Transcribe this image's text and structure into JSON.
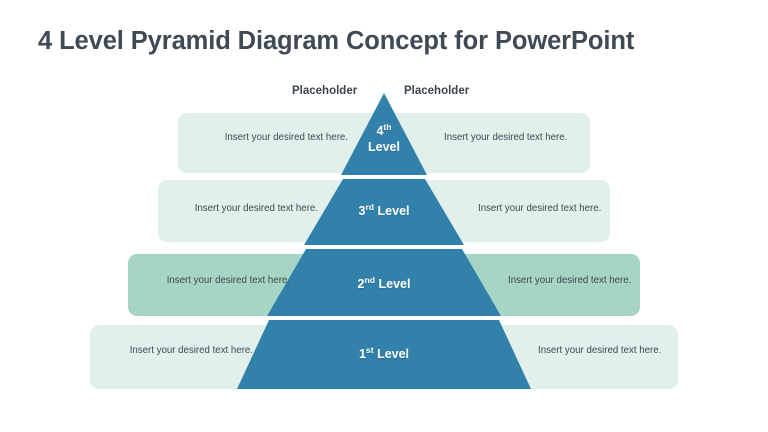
{
  "slide": {
    "title": "4 Level Pyramid Diagram Concept for PowerPoint",
    "background_color": "#ffffff",
    "title_color": "#3f4a54"
  },
  "headers": {
    "left": "Placeholder",
    "right": "Placeholder"
  },
  "colors": {
    "pyramid_blue": "#3181aa",
    "bar_pale": "#e2f0ec",
    "bar_teal": "#a6d5c6",
    "text_dark": "#3d4852",
    "separator_white": "#ffffff"
  },
  "levels": [
    {
      "id": "level-4",
      "number": "4",
      "ordinal": "th",
      "label_line1": "4",
      "label_line2": "Level",
      "bar_color": "#e2f0ec",
      "left_text": "Insert your desired text here.",
      "right_text": "Insert your desired text here."
    },
    {
      "id": "level-3",
      "number": "3",
      "ordinal": "rd",
      "label_line2": "Level",
      "bar_color": "#e2f0ec",
      "left_text": "Insert your desired text here.",
      "right_text": "Insert your desired text here."
    },
    {
      "id": "level-2",
      "number": "2",
      "ordinal": "nd",
      "label_line2": "Level",
      "bar_color": "#a6d5c6",
      "left_text": "Insert your desired text here.",
      "right_text": "Insert your desired text here."
    },
    {
      "id": "level-1",
      "number": "1",
      "ordinal": "st",
      "label_line2": "Level",
      "bar_color": "#e2f0ec",
      "left_text": "Insert your desired text here.",
      "right_text": "Insert your desired text here."
    }
  ]
}
